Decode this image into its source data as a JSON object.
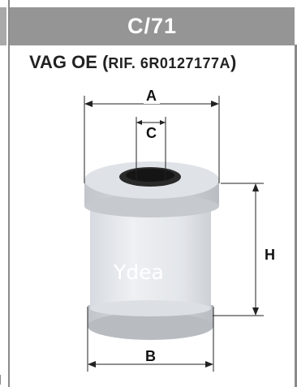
{
  "header": {
    "code": "C/71"
  },
  "oe": {
    "prefix": "VAG OE",
    "open_paren": "(",
    "ref_text": "RIF. 6R0127177A",
    "close_paren": ")"
  },
  "dimensions": {
    "a": "A",
    "b": "B",
    "c": "C",
    "h": "H"
  },
  "watermark": "Ydea",
  "colors": {
    "header_bg": "#959595",
    "filter_media": "#e6e9ee",
    "end_cap": "#c9ccd0",
    "core": "#1c1c1c"
  }
}
